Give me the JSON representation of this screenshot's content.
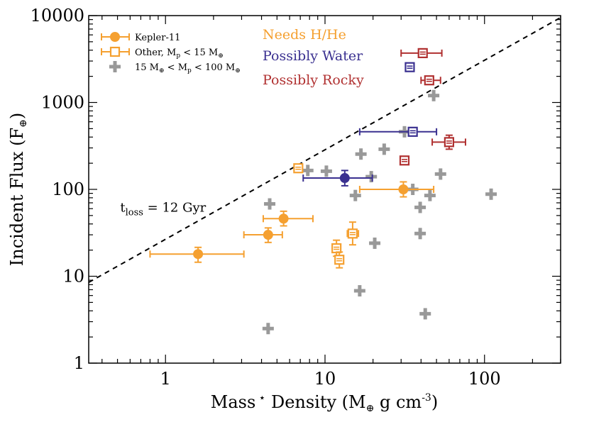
{
  "chart_data": {
    "type": "scatter",
    "x_scale": "log",
    "y_scale": "log",
    "xlim": [
      0.33,
      300
    ],
    "ylim": [
      1,
      10000
    ],
    "x_ticks": [
      1,
      10,
      100
    ],
    "x_tick_labels": [
      "1",
      "10",
      "100"
    ],
    "y_ticks": [
      1,
      10,
      100,
      1000,
      10000
    ],
    "y_tick_labels": [
      "1",
      "10",
      "100",
      "1000",
      "10000"
    ],
    "xlabel": {
      "main": "Mass",
      "sup_star": "⋆",
      "mid": " Density (M",
      "sub": "⊕",
      "unit": " g cm",
      "sup": "-3",
      "close": ")"
    },
    "ylabel": {
      "main": "Incident Flux (F",
      "sub": "⊕",
      "close": ")"
    },
    "grid": false,
    "legend": {
      "placement": "top-left",
      "entries": [
        {
          "marker": "filled-circle",
          "color": "#f5a030",
          "text": "Kepler-11",
          "sub": "",
          "mid": "",
          "sub2": ""
        },
        {
          "marker": "open-square",
          "color": "#f5a030",
          "text": "Other, M",
          "sub": "p",
          "mid": " < 15 M",
          "sub2": "⊕"
        },
        {
          "marker": "plus",
          "color": "#999999",
          "text": "15 M",
          "sub": "⊕",
          "mid": " < M",
          "sub2": "p",
          "tail": " < 100 M",
          "sub3": "⊕"
        }
      ]
    },
    "category_labels": [
      {
        "text": "Needs H/He",
        "color": "#f5a030"
      },
      {
        "text": "Possibly Water",
        "color": "#3a3090"
      },
      {
        "text": "Possibly Rocky",
        "color": "#b03030"
      }
    ],
    "annotation": {
      "main": "t",
      "sub": "loss",
      "rest": " = 12 Gyr",
      "x": 0.52,
      "y": 62
    },
    "threshold_line": {
      "style": "dashed",
      "color": "#000000",
      "points": [
        [
          0.33,
          8.5
        ],
        [
          300,
          9500
        ]
      ]
    },
    "series": [
      {
        "name": "Kepler-11",
        "marker": "filled-circle",
        "color": "#f5a030",
        "points": [
          {
            "x": 1.6,
            "y": 18,
            "xerr": [
              0.8,
              3.1
            ],
            "yerr": [
              14.5,
              21.5
            ]
          },
          {
            "x": 4.4,
            "y": 30,
            "xerr": [
              3.1,
              5.4
            ],
            "yerr": [
              24.5,
              36
            ]
          },
          {
            "x": 5.5,
            "y": 46,
            "xerr": [
              4.1,
              8.4
            ],
            "yerr": [
              38,
              56
            ]
          },
          {
            "x": 31,
            "y": 100,
            "xerr": [
              16.5,
              48
            ],
            "yerr": [
              82,
              122
            ]
          }
        ]
      },
      {
        "name": "Kepler-11",
        "marker": "filled-circle",
        "color": "#3a3090",
        "points": [
          {
            "x": 13.3,
            "y": 135,
            "xerr": [
              7.3,
              19.8
            ],
            "yerr": [
              110,
              165
            ]
          }
        ]
      },
      {
        "name": "Other, Mp < 15 M⊕",
        "marker": "open-square",
        "color": "#f5a030",
        "points": [
          {
            "x": 6.8,
            "y": 175,
            "xerr": null,
            "yerr": null
          },
          {
            "x": 11.8,
            "y": 21,
            "xerr": null,
            "yerr": [
              17,
              26
            ]
          },
          {
            "x": 12.3,
            "y": 15.5,
            "xerr": null,
            "yerr": [
              12.5,
              19
            ]
          },
          {
            "x": 14.9,
            "y": 31,
            "xerr": [
              13.8,
              16.2
            ],
            "yerr": [
              23,
              42
            ]
          }
        ]
      },
      {
        "name": "Other, Mp < 15 M⊕",
        "marker": "open-square",
        "color": "#3a3090",
        "points": [
          {
            "x": 34,
            "y": 2550,
            "xerr": [
              32,
              36
            ],
            "yerr": null
          },
          {
            "x": 35.5,
            "y": 460,
            "xerr": [
              16.5,
              50
            ],
            "yerr": null
          }
        ]
      },
      {
        "name": "Other, Mp < 15 M⊕",
        "marker": "open-square",
        "color": "#b03030",
        "points": [
          {
            "x": 41,
            "y": 3700,
            "xerr": [
              30,
              54
            ],
            "yerr": null
          },
          {
            "x": 45,
            "y": 1800,
            "xerr": [
              40,
              53
            ],
            "yerr": null
          },
          {
            "x": 31.5,
            "y": 215,
            "xerr": null,
            "yerr": null
          },
          {
            "x": 60,
            "y": 350,
            "xerr": [
              47,
              76
            ],
            "yerr": [
              290,
              420
            ]
          }
        ]
      },
      {
        "name": "15 M⊕ < Mp < 100 M⊕",
        "marker": "plus",
        "color": "#999999",
        "points": [
          {
            "x": 4.4,
            "y": 2.5
          },
          {
            "x": 4.5,
            "y": 68
          },
          {
            "x": 7.8,
            "y": 165
          },
          {
            "x": 10.2,
            "y": 162
          },
          {
            "x": 15.5,
            "y": 85
          },
          {
            "x": 16.8,
            "y": 255
          },
          {
            "x": 16.5,
            "y": 6.8
          },
          {
            "x": 19.5,
            "y": 140
          },
          {
            "x": 20.5,
            "y": 24
          },
          {
            "x": 23.5,
            "y": 290
          },
          {
            "x": 31.5,
            "y": 460
          },
          {
            "x": 35.5,
            "y": 100
          },
          {
            "x": 39.5,
            "y": 62
          },
          {
            "x": 39.5,
            "y": 31
          },
          {
            "x": 42.5,
            "y": 3.7
          },
          {
            "x": 45.5,
            "y": 85
          },
          {
            "x": 48,
            "y": 1200
          },
          {
            "x": 53,
            "y": 150
          },
          {
            "x": 110,
            "y": 88
          }
        ]
      }
    ]
  }
}
